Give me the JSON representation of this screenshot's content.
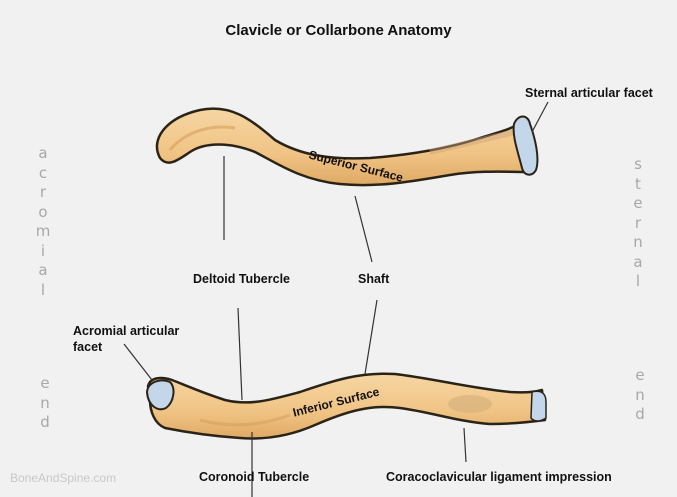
{
  "title": "Clavicle or Collarbone Anatomy",
  "watermark": "BoneAndSpine.com",
  "side_labels": {
    "acromial": "acromial",
    "sternal": "sternal",
    "end": "end"
  },
  "superior": {
    "surface_label": "Superior Surface",
    "sternal_facet": "Sternal articular facet",
    "deltoid_tubercle": "Deltoid Tubercle",
    "shaft": "Shaft"
  },
  "inferior": {
    "surface_label": "Inferior Surface",
    "acromial_facet_line1": "Acromial articular",
    "acromial_facet_line2": "facet",
    "coronoid_tubercle": "Coronoid Tubercle",
    "coracoclavicular": "Coracoclavicular ligament impression"
  },
  "colors": {
    "bone_fill": "#f2c98a",
    "bone_shade": "#d9a866",
    "bone_outline": "#2a2418",
    "facet": "#c4d6ea",
    "background": "#f1f1f1",
    "side_text": "#a8a8a8"
  }
}
